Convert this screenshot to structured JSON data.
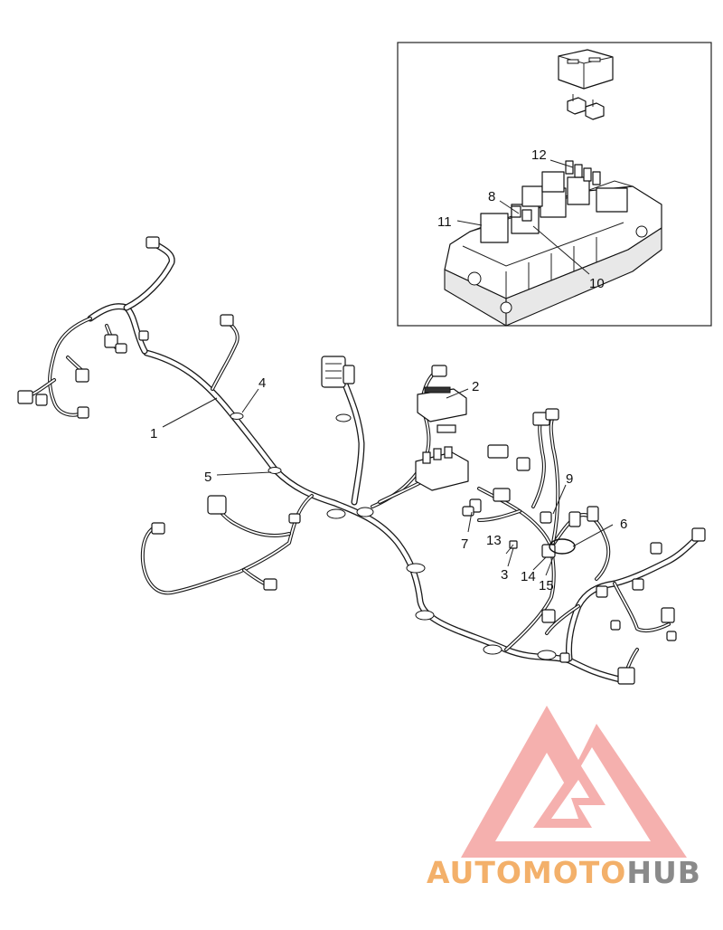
{
  "callouts": {
    "c1": "1",
    "c2": "2",
    "c3": "3",
    "c4": "4",
    "c5": "5",
    "c6": "6",
    "c7": "7",
    "c8": "8",
    "c9": "9",
    "c10": "10",
    "c11": "11",
    "c12": "12",
    "c13": "13",
    "c14": "14",
    "c15": "15"
  },
  "watermark": {
    "auto": "AUTO",
    "moto": "MOTO",
    "hub": "HUB",
    "color_auto": "#f3b06a",
    "color_moto": "#f3b06a",
    "color_hub": "#8a8a8a",
    "logo_color": "#f4a3a0"
  }
}
